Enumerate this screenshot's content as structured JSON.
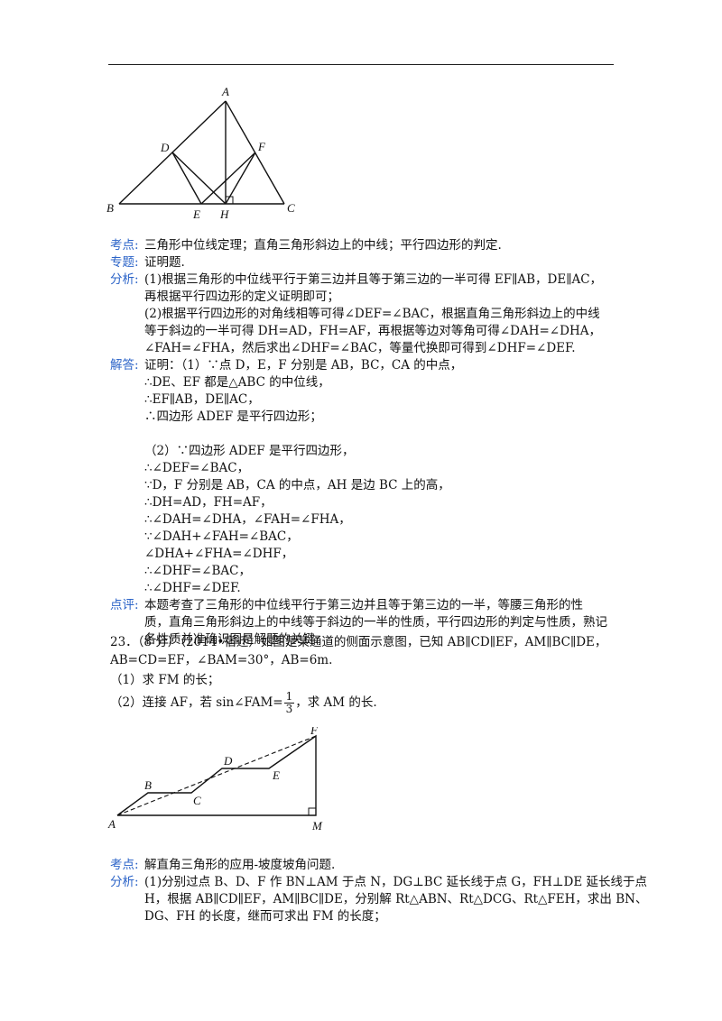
{
  "figure1": {
    "labels": {
      "A": "A",
      "B": "B",
      "C": "C",
      "D": "D",
      "E": "E",
      "F": "F",
      "H": "H"
    }
  },
  "solution22": {
    "kaodian_label": "考点:",
    "kaodian": "三角形中位线定理；直角三角形斜边上的中线；平行四边形的判定.",
    "zhuanti_label": "专题:",
    "zhuanti": "证明题.",
    "fenxi_label": "分析:",
    "fenxi": [
      "(1)根据三角形的中位线平行于第三边并且等于第三边的一半可得 EF∥AB，DE∥AC，",
      "再根据平行四边形的定义证明即可；",
      "(2)根据平行四边形的对角线相等可得∠DEF=∠BAC，根据直角三角形斜边上的中线",
      "等于斜边的一半可得 DH=AD，FH=AF，再根据等边对等角可得∠DAH=∠DHA，",
      "∠FAH=∠FHA，然后求出∠DHF=∠BAC，等量代换即可得到∠DHF=∠DEF."
    ],
    "jieda_label": "解答:",
    "jieda_part1": [
      "证明：（1）∵点 D，E，F 分别是 AB，BC，CA 的中点，",
      "∴DE、EF 都是△ABC 的中位线，",
      "∴EF∥AB，DE∥AC，",
      "∴四边形 ADEF 是平行四边形；"
    ],
    "jieda_part2": [
      "（2）∵四边形 ADEF 是平行四边形，",
      "∴∠DEF=∠BAC，",
      "∵D，F 分别是 AB，CA 的中点，AH 是边 BC 上的高，",
      "∴DH=AD，FH=AF，",
      "∴∠DAH=∠DHA，∠FAH=∠FHA，",
      "∵∠DAH+∠FAH=∠BAC，",
      "∠DHA+∠FHA=∠DHF，",
      "∴∠DHF=∠BAC，",
      "∴∠DHF=∠DEF."
    ],
    "dianping_label": "点评:",
    "dianping": [
      "本题考查了三角形的中位线平行于第三边并且等于第三边的一半，等腰三角形的性",
      "质，直角三角形斜边上的中线等于斜边的一半的性质，平行四边形的判定与性质，熟记",
      "各性质并准确识图是解题的关键."
    ]
  },
  "problem23": {
    "line1": "23．（8 分）（2014•宿迁）如图是某通道的侧面示意图，已知 AB∥CD∥EF，AM∥BC∥DE，",
    "line2": "AB=CD=EF，∠BAM=30°，AB=6m.",
    "q1": "（1）求 FM 的长；",
    "q2_pre": "（2）连接 AF，若 sin∠FAM=",
    "q2_num": "1",
    "q2_den": "3",
    "q2_post": "，求 AM 的长."
  },
  "figure2": {
    "labels": {
      "A": "A",
      "B": "B",
      "C": "C",
      "D": "D",
      "E": "E",
      "F": "F",
      "M": "M"
    }
  },
  "solution23": {
    "kaodian_label": "考点:",
    "kaodian": "解直角三角形的应用-坡度坡角问题.",
    "fenxi_label": "分析:",
    "fenxi": [
      "(1)分别过点 B、D、F 作 BN⊥AM 于点 N，DG⊥BC 延长线于点 G，FH⊥DE 延长线于点",
      "H，根据 AB∥CD∥EF，AM∥BC∥DE，分别解 Rt△ABN、Rt△DCG、Rt△FEH，求出 BN、",
      "DG、FH 的长度，继而可求出 FM 的长度；"
    ]
  }
}
